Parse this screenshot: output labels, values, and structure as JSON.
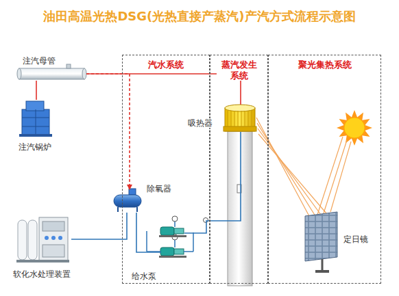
{
  "diagram": {
    "title": "油田高温光热DSG(光热直接产蒸汽)产汽方式流程示意图",
    "nodes": [
      {
        "text": [
          "汽水系统"
        ]
      },
      {
        "text": [
          "蒸汽发生系统"
        ]
      },
      {
        "text": [
          "聚光集热系统"
        ]
      },
      {
        "text": [
          "注汽母管"
        ]
      },
      {
        "text": [
          "注汽锅炉"
        ]
      },
      {
        "text": [
          "软化水处理装置"
        ]
      },
      {
        "text": [
          "除氧器"
        ],
        "in": 0
      },
      {
        "text": [
          "给水泵"
        ],
        "in": 0
      },
      {
        "text": [
          "吸热器"
        ],
        "in": 1
      },
      {
        "text": [
          "定日镜"
        ],
        "in": 2
      }
    ],
    "edges": [
      {
        "from": 5,
        "to": 6,
        "arrow": "none"
      },
      {
        "from": 6,
        "to": 7,
        "arrow": "none"
      },
      {
        "from": 7,
        "to": 8,
        "arrow": "none"
      },
      {
        "from": 8,
        "to": 3,
        "arrow": "none"
      },
      {
        "from": 4,
        "to": 3,
        "arrow": "none"
      },
      {
        "from": 3,
        "to": 6,
        "arrow": "to"
      }
    ]
  }
}
